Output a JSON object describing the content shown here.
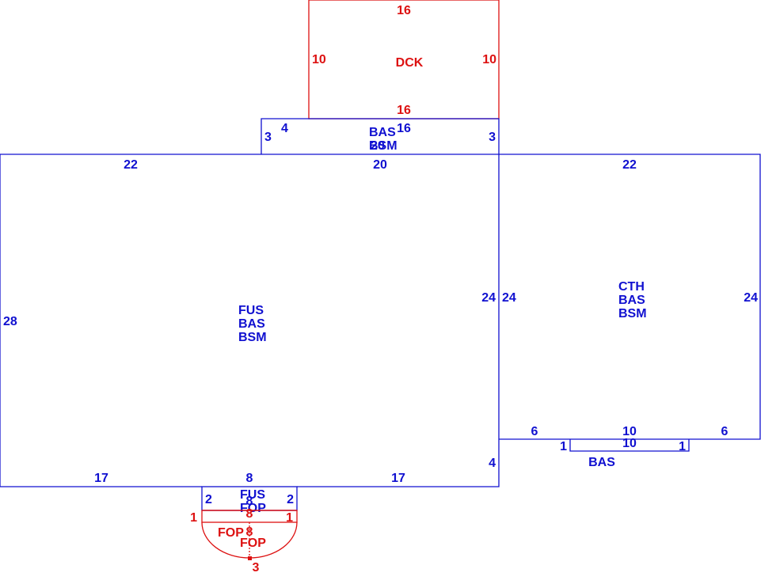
{
  "colors": {
    "blue": "#1010d0",
    "red": "#dd1111"
  },
  "areas": {
    "deck": {
      "name": "DCK",
      "top": "16",
      "bottom": "16",
      "left": "10",
      "right": "10"
    },
    "connector": {
      "names": [
        "BAS",
        "BSM",
        "20"
      ],
      "top": "16",
      "left_step": "4",
      "left": "3",
      "right": "3"
    },
    "main": {
      "names": [
        "FUS",
        "BAS",
        "BSM"
      ],
      "top_left": "22",
      "top_mid": "20",
      "left": "28",
      "right": "24",
      "bottom_left": "17",
      "bottom_mid": "8",
      "bottom_right": "17",
      "right_step": "4"
    },
    "cth": {
      "names": [
        "CTH",
        "BAS",
        "BSM"
      ],
      "top": "22",
      "left": "24",
      "right": "24",
      "bottom_left": "6",
      "bottom_mid": "10",
      "bottom_right": "6"
    },
    "bay": {
      "name": "BAS",
      "top": "10",
      "left": "1",
      "right": "1"
    },
    "porch": {
      "names": [
        "FUS",
        "FOP",
        "8"
      ],
      "left": "2",
      "right": "2",
      "bottom": "8"
    },
    "open_porch": {
      "names": [
        "FOP",
        "FOP",
        "8"
      ],
      "left": "1",
      "right": "1",
      "top": "8",
      "radius": "3"
    }
  }
}
